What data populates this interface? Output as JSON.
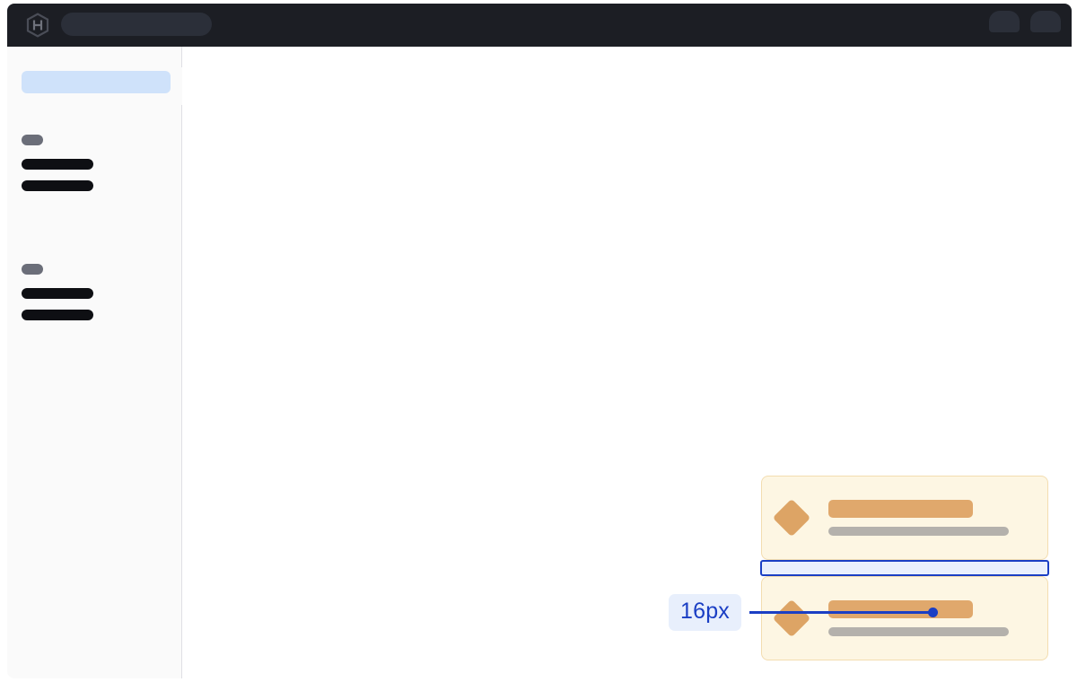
{
  "window": {
    "name": "application-skeleton-loading-view",
    "background": "#ffffff"
  },
  "topbar": {
    "background": "#1c1e24",
    "logo_icon": "hexagon-h-logo-icon",
    "search": {
      "icon": "search-icon",
      "value": "",
      "placeholder": ""
    },
    "right_actions": [
      {
        "icon": "avatar-placeholder-icon",
        "label": ""
      },
      {
        "icon": "menu-placeholder-icon",
        "label": ""
      }
    ]
  },
  "sidebar": {
    "background": "#fafafa",
    "active_item": {
      "label": "",
      "color": "#cfe2fa"
    },
    "collapse_handle_icon": "sidebar-collapse-handle-icon",
    "groups": [
      {
        "label": "",
        "label_color": "#6b6e79",
        "items": [
          {
            "label": "",
            "color": "#0e0f13"
          },
          {
            "label": "",
            "color": "#0e0f13"
          }
        ]
      },
      {
        "label": "",
        "label_color": "#6b6e79",
        "items": [
          {
            "label": "",
            "color": "#0e0f13"
          },
          {
            "label": "",
            "color": "#0e0f13"
          }
        ]
      }
    ]
  },
  "main": {
    "cards": [
      {
        "icon": "diamond-icon",
        "icon_color": "#dda465",
        "title": "",
        "subtitle": "",
        "background": "#fdf6e3",
        "border": "#f3ddb0"
      },
      {
        "icon": "diamond-icon",
        "icon_color": "#dda465",
        "title": "",
        "subtitle": "",
        "background": "#fdf6e3",
        "border": "#f3ddb0"
      }
    ]
  },
  "measurement": {
    "value_label": "16px",
    "accent_color": "#1b3fc4",
    "label_background": "#e8effc",
    "highlight_fill": "#eaf0fd",
    "target": "vertical-gap-between-cards"
  }
}
